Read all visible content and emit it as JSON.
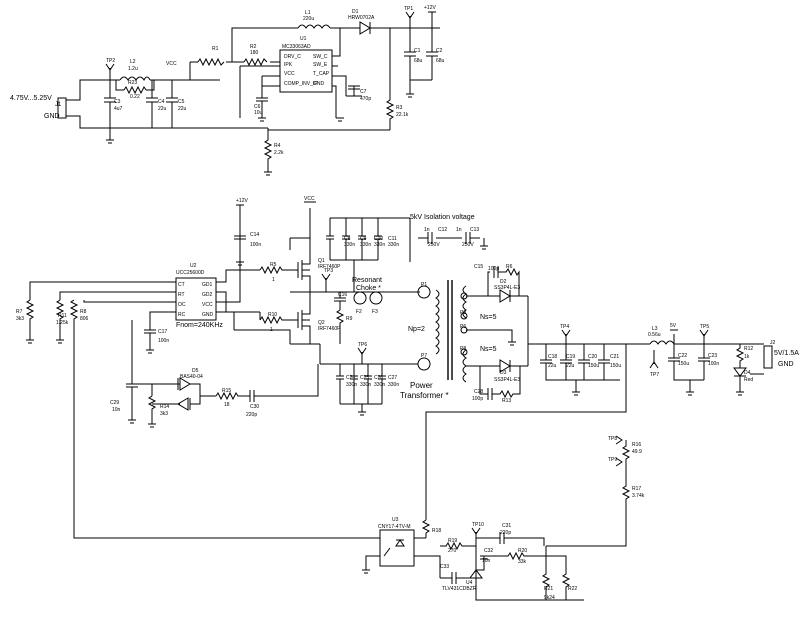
{
  "top": {
    "input_range": "4.75V...5.25V",
    "j1": "J1",
    "gnd": "GND",
    "tp2": "TP2",
    "l2": "L2",
    "l2_val": "1.2u",
    "r23": "R23",
    "r23_val": "0.22",
    "c3": "C3",
    "c3_val": "4u7",
    "c4": "C4",
    "c4_val": "22u",
    "c5": "C5",
    "c5_val": "22u",
    "vcc": "VCC",
    "r1": "R1",
    "r2": "R2",
    "r2_val": "180",
    "l1": "L1",
    "l1_val": "220u",
    "d1": "D1",
    "d1_val": "HRW0702A",
    "u1": "U1",
    "u1_part": "MC33063AD",
    "u1_pins": [
      "DRV_C",
      "IPK",
      "VCC",
      "COMP_INV_IP",
      "SW_C",
      "SW_E",
      "T_CAP",
      "GND"
    ],
    "c6": "C6",
    "c6_val": "10u",
    "c7": "C7",
    "c7_val": "470p",
    "r3": "R3",
    "r3_val": "22.1k",
    "r4": "R4",
    "r4_val": "2.2k",
    "tp1": "TP1",
    "v12": "+12V",
    "c1": "C1",
    "c1_val": "68u",
    "c2": "C2",
    "c2_val": "68u"
  },
  "bridge": {
    "u2": "U2",
    "u2_part": "UCC25600D",
    "u2_pins": [
      "CT",
      "RT",
      "OC",
      "RC",
      "GD1",
      "GD2",
      "VCC",
      "GND"
    ],
    "fnom": "Fnom=240KHz",
    "r7": "R7",
    "r7_val": "3k3",
    "r11": "R11",
    "r11_val": "1.25k",
    "r8": "R8",
    "r8_val": "806",
    "c17": "C17",
    "c17_val": "100n",
    "v12": "+12V",
    "c14": "C14",
    "c14_val": "100n",
    "r5": "R5",
    "r5_val": "1",
    "r10": "R10",
    "r10_val": "1",
    "q1": "Q1",
    "q1_part": "IRF7460P",
    "q2": "Q2",
    "q2_part": "IRF7460P",
    "vcc": "VCC",
    "tp3": "TP3",
    "c16": "C16",
    "r9": "R9",
    "f2": "F2",
    "f3": "F3",
    "choke_1": "Resonant",
    "choke_2": "Choke *",
    "c8": "C8",
    "c8_val": "330n",
    "c9": "C9",
    "c9_val": "330n",
    "c10": "C10",
    "c10_val": "330n",
    "c11": "C11",
    "c11_val": "330n",
    "tp6": "TP6",
    "c24": "C24",
    "c24_val": "330n",
    "c25": "C25",
    "c25_val": "330n",
    "c26": "C26",
    "c26_val": "330n",
    "c27": "C27",
    "c27_val": "330n",
    "c29": "C29",
    "c29_val": "10n",
    "r14": "R14",
    "r14_val": "3k3",
    "d5": "D5",
    "d5_part": "BAS40-04",
    "r15": "R15",
    "r15_val": "18",
    "c30": "C30",
    "c30_val": "220p"
  },
  "xfmr": {
    "isolation": "5kV Isolation voltage",
    "c12_val": "1n",
    "c12": "C12",
    "c12_rating": "250V",
    "c13_val": "1n",
    "c13": "C13",
    "c13_rating": "250V",
    "p1": "P1",
    "p7": "P7",
    "np": "Np=2",
    "label_1": "Power",
    "label_2": "Transformer *",
    "p9": "P9",
    "p6": "P6",
    "p8": "P8",
    "ns1": "Ns=5",
    "ns2": "Ns=5",
    "d2": "D2",
    "d2_part": "SS3P4L-E3",
    "d3": "D3",
    "d3_part": "SS3P4L-E3",
    "c15": "C15",
    "c15_val": "100p",
    "r6": "R6",
    "c28": "C28",
    "c28_val": "100p",
    "r13": "R13"
  },
  "output": {
    "tp4": "TP4",
    "c18": "C18",
    "c18_val": "22u",
    "c19": "C19",
    "c19_val": "22u",
    "c20": "C20",
    "c20_val": "150u",
    "c21": "C21",
    "c21_val": "150u",
    "l3": "L3",
    "l3_val": "0.56u",
    "v5": "5V",
    "tp7": "TP7",
    "tp5": "TP5",
    "c22": "C22",
    "c22_val": "150u",
    "c23": "C23",
    "c23_val": "100n",
    "r12": "R12",
    "r12_val": "1k",
    "d4": "D4",
    "d4_color": "Red",
    "j2": "J2",
    "rating": "5V/1.5A",
    "gnd": "GND"
  },
  "feedback": {
    "tp8": "TP8",
    "tp9": "TP9",
    "r16": "R16",
    "r16_val": "49.9",
    "r17": "R17",
    "r17_val": "3.74k",
    "u3": "U3",
    "u3_part": "CNY17-4TV-M",
    "r18": "R18",
    "r19": "R19",
    "r19_val": "270",
    "c33": "C33",
    "tp10": "TP10",
    "u4": "U4",
    "u4_part": "TLV431CDBZR",
    "c31": "C31",
    "c31_val": "220p",
    "c32": "C32",
    "c32_val": "10n",
    "r20": "R20",
    "r20_val": "33k",
    "r21": "R21",
    "r21_val": "9k24",
    "r22": "R22"
  }
}
